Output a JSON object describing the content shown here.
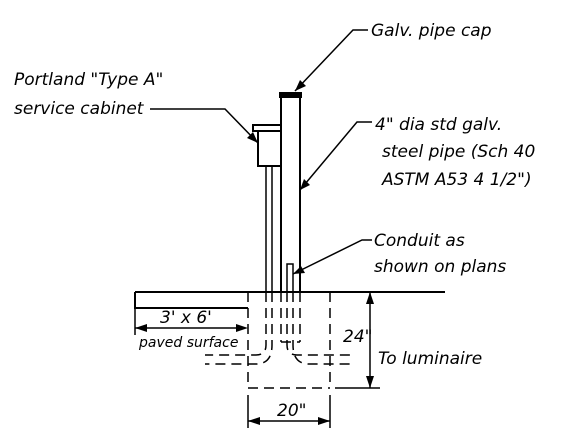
{
  "labels": {
    "pipe_cap": "Galv. pipe cap",
    "cabinet_line1": "Portland \"Type A\"",
    "cabinet_line2": "service cabinet",
    "pipe_line1": "4\" dia std galv.",
    "pipe_line2": "steel pipe (Sch 40",
    "pipe_line3": "ASTM A53 4 1/2\")",
    "conduit_line1": "Conduit as",
    "conduit_line2": "shown on plans",
    "paved_dim": "3' x 6'",
    "paved_surface": "paved surface",
    "depth_dim": "24\"",
    "to_luminaire": "To luminaire",
    "width_dim": "20\""
  }
}
